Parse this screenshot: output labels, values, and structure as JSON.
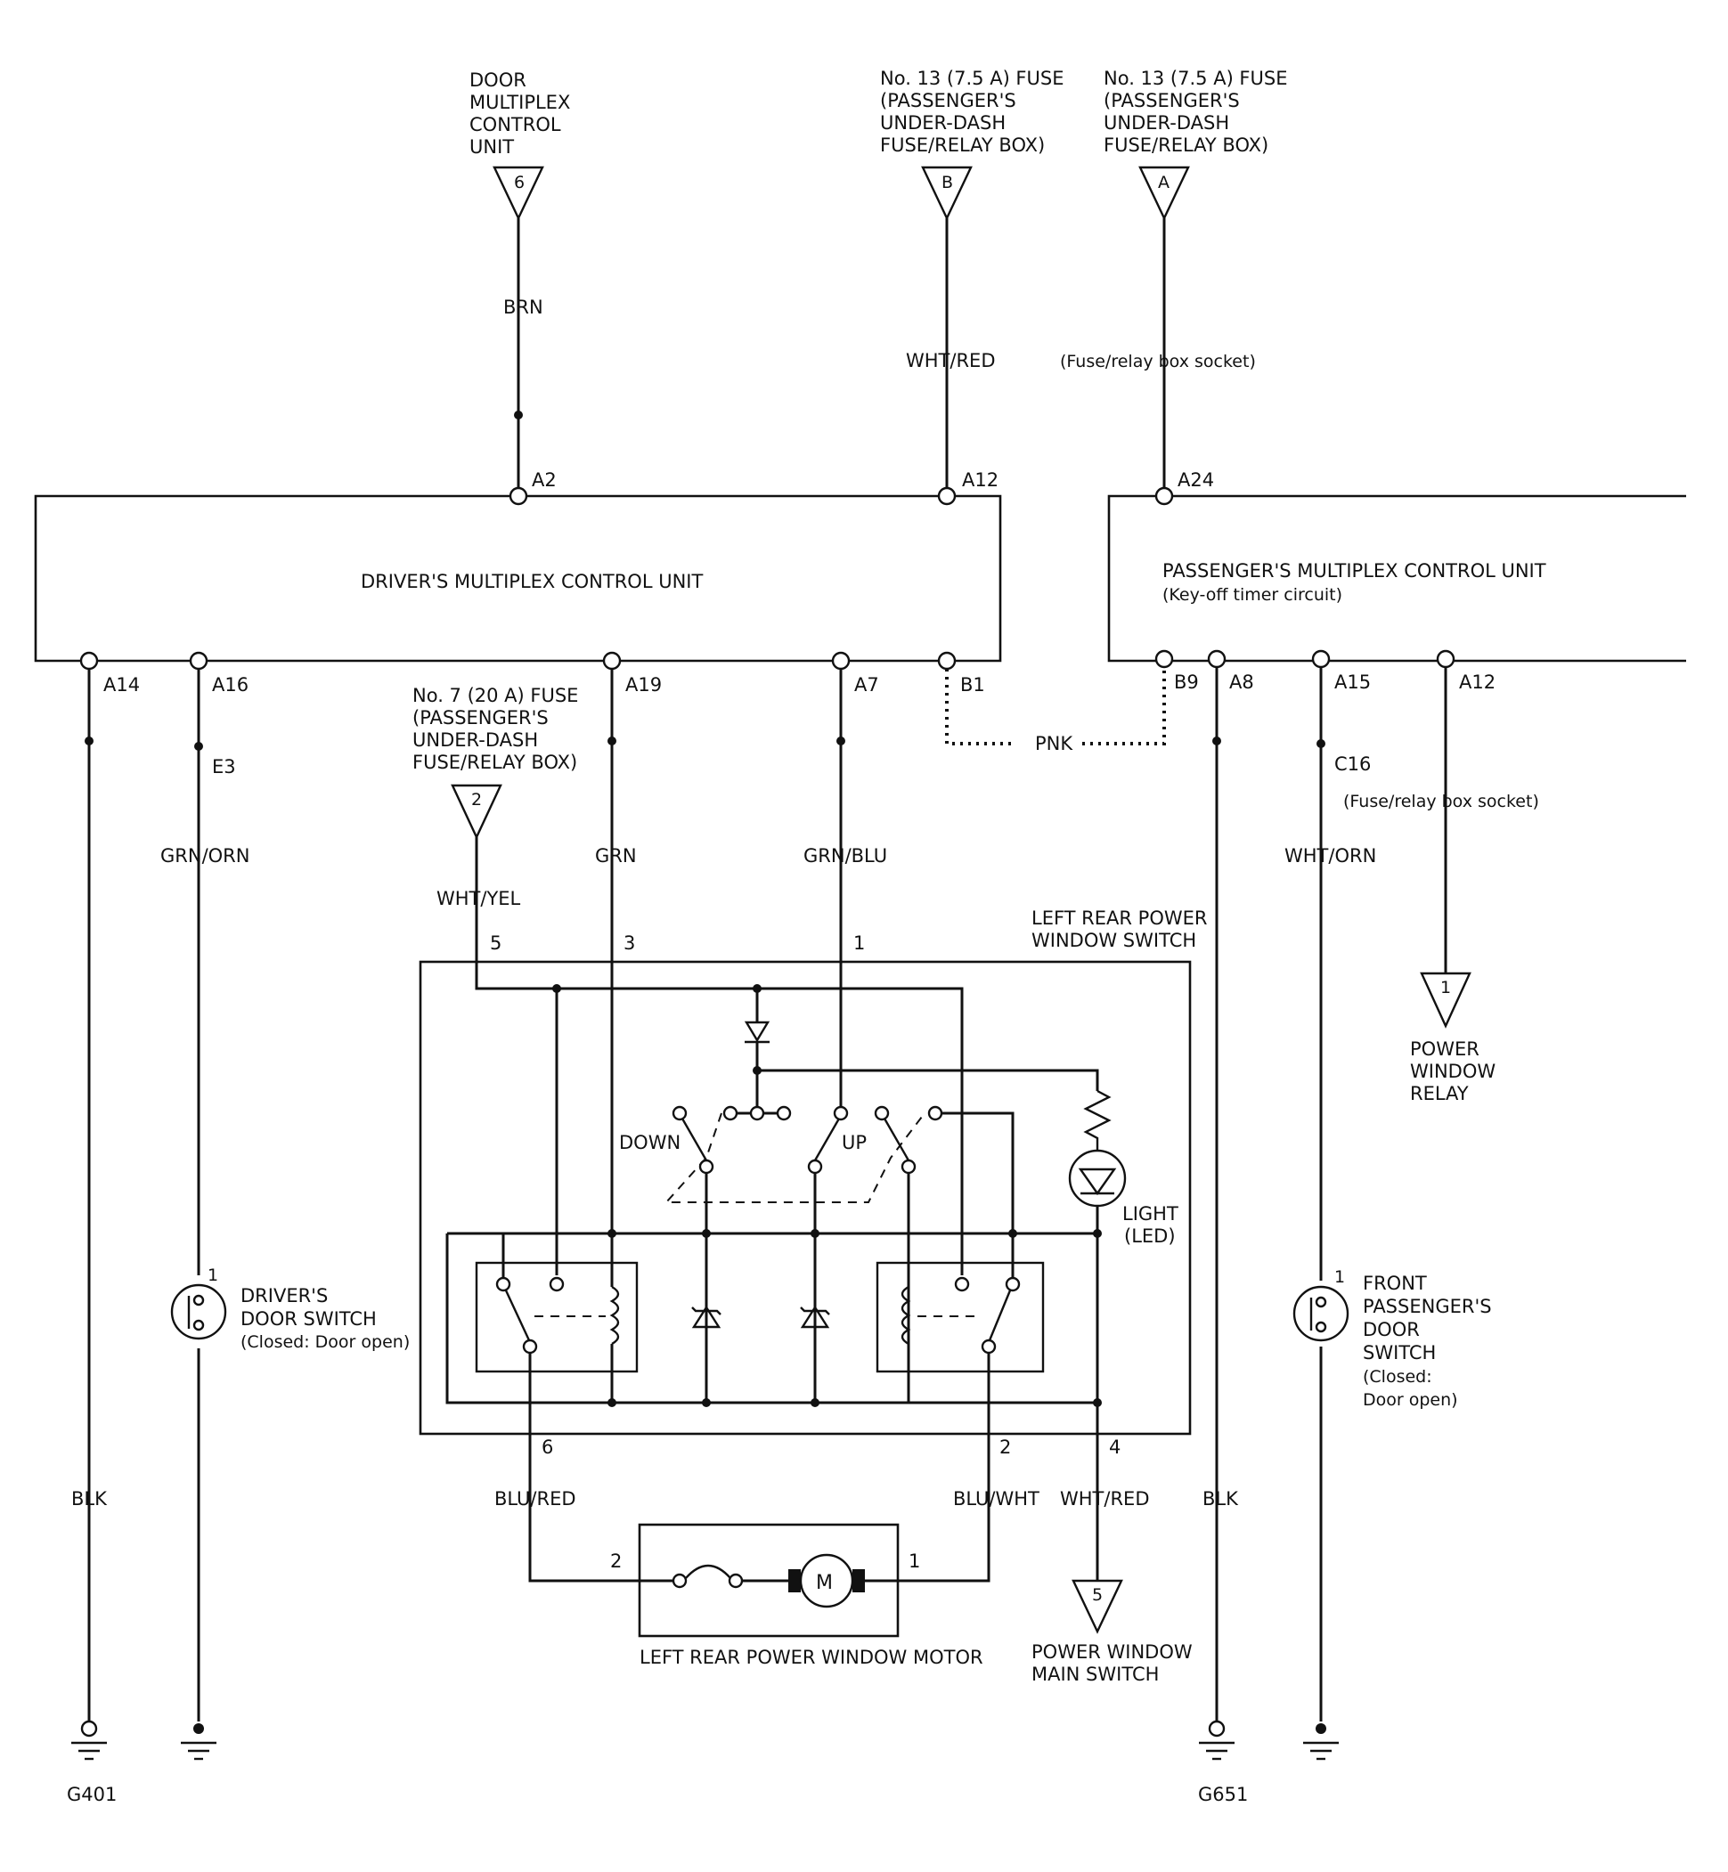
{
  "top_sources": {
    "door_mux": {
      "lines": [
        "DOOR",
        "MULTIPLEX",
        "CONTROL",
        "UNIT"
      ],
      "pin": "6",
      "wire": "BRN"
    },
    "fuse13_b": {
      "lines": [
        "No. 13 (7.5 A) FUSE",
        "(PASSENGER'S",
        "UNDER-DASH",
        "FUSE/RELAY BOX)"
      ],
      "pin": "B",
      "wire": "WHT/RED"
    },
    "fuse13_a": {
      "lines": [
        "No. 13 (7.5 A) FUSE",
        "(PASSENGER'S",
        "UNDER-DASH",
        "FUSE/RELAY BOX)"
      ],
      "pin": "A",
      "wire": "(Fuse/relay box socket)"
    }
  },
  "driver_unit": {
    "name": "DRIVER'S MULTIPLEX CONTROL UNIT",
    "top_pins": [
      "A2",
      "A12"
    ],
    "bottom_pins": [
      "A14",
      "A16",
      "A19",
      "A7",
      "B1"
    ]
  },
  "passenger_unit": {
    "name": "PASSENGER'S MULTIPLEX CONTROL UNIT",
    "sub": "(Key-off timer circuit)",
    "top_pin": "A24",
    "bottom_pins": [
      "B9",
      "A8",
      "A15",
      "A12"
    ]
  },
  "wires": {
    "a14": "BLK",
    "a16_conn": "E3",
    "a16": "GRN/ORN",
    "a19": "GRN",
    "a7": "GRN/BLU",
    "link": "PNK",
    "a8": "BLK",
    "a15_conn": "C16",
    "a15": "WHT/ORN",
    "a12_socket": "(Fuse/relay box socket)",
    "fuse7": "WHT/YEL",
    "motor_left": "BLU/RED",
    "motor_right": "BLU/WHT",
    "main_switch": "WHT/RED"
  },
  "fuse7": {
    "lines": [
      "No. 7 (20 A) FUSE",
      "(PASSENGER'S",
      "UNDER-DASH",
      "FUSE/RELAY BOX)"
    ],
    "pin": "2"
  },
  "window_switch": {
    "title": [
      "LEFT REAR POWER",
      "WINDOW SWITCH"
    ],
    "pins": {
      "p5": "5",
      "p3": "3",
      "p1": "1",
      "p6": "6",
      "p2": "2",
      "p4": "4"
    },
    "down": "DOWN",
    "up": "UP",
    "light": [
      "LIGHT",
      "(LED)"
    ]
  },
  "motor": {
    "label": "LEFT REAR POWER WINDOW MOTOR",
    "m": "M",
    "pin_left": "2",
    "pin_right": "1"
  },
  "main_switch": {
    "pin": "5",
    "lines": [
      "POWER WINDOW",
      "MAIN SWITCH"
    ]
  },
  "relay": {
    "pin": "1",
    "lines": [
      "POWER",
      "WINDOW",
      "RELAY"
    ]
  },
  "driver_door_switch": {
    "pin": "1",
    "lines": [
      "DRIVER'S",
      "DOOR SWITCH",
      "(Closed: Door open)"
    ]
  },
  "pass_door_switch": {
    "pin": "1",
    "lines": [
      "FRONT",
      "PASSENGER'S",
      "DOOR",
      "SWITCH",
      "(Closed:",
      "Door open)"
    ]
  },
  "grounds": {
    "left": "G401",
    "right": "G651"
  }
}
